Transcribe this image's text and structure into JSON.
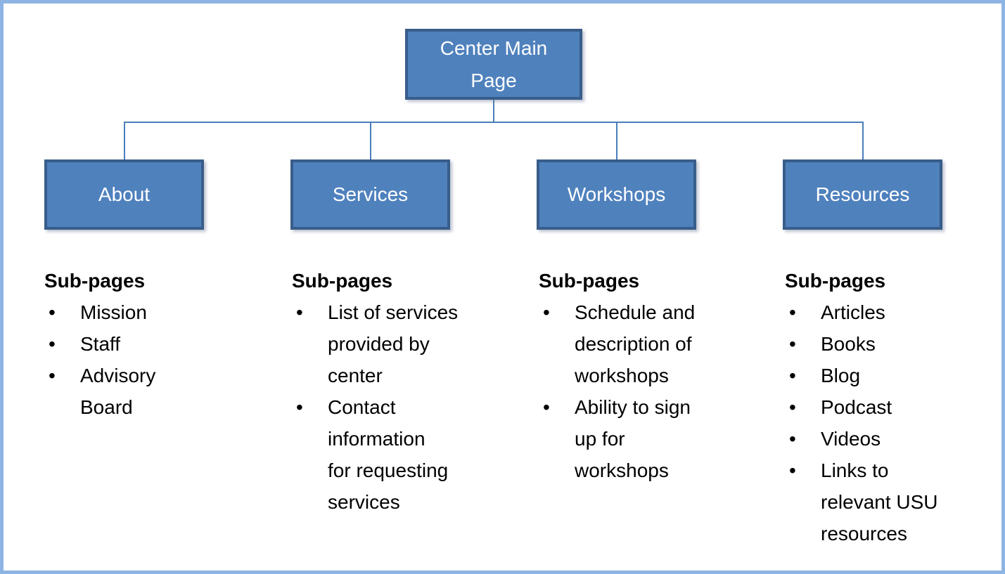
{
  "page": {
    "background": "#ffffff",
    "border_color": "#8eb4e3"
  },
  "colors": {
    "node_fill": "#4f81bd",
    "node_border": "#385d8a",
    "node_text": "#ffffff",
    "connector": "#4a7ebb",
    "list_text": "#000000"
  },
  "root": {
    "label": "Center Main\nPage"
  },
  "columns": [
    {
      "label": "About",
      "heading": "Sub-pages",
      "items": [
        "Mission",
        "Staff",
        "Advisory\nBoard"
      ]
    },
    {
      "label": "Services",
      "heading": "Sub-pages",
      "items": [
        "List of services\nprovided by\ncenter",
        "Contact\ninformation\nfor requesting\nservices"
      ]
    },
    {
      "label": "Workshops",
      "heading": "Sub-pages",
      "items": [
        "Schedule and\ndescription of\nworkshops",
        "Ability to sign\nup for\nworkshops"
      ]
    },
    {
      "label": "Resources",
      "heading": "Sub-pages",
      "items": [
        "Articles",
        "Books",
        "Blog",
        "Podcast",
        "Videos",
        "Links to\nrelevant USU\nresources"
      ]
    }
  ]
}
